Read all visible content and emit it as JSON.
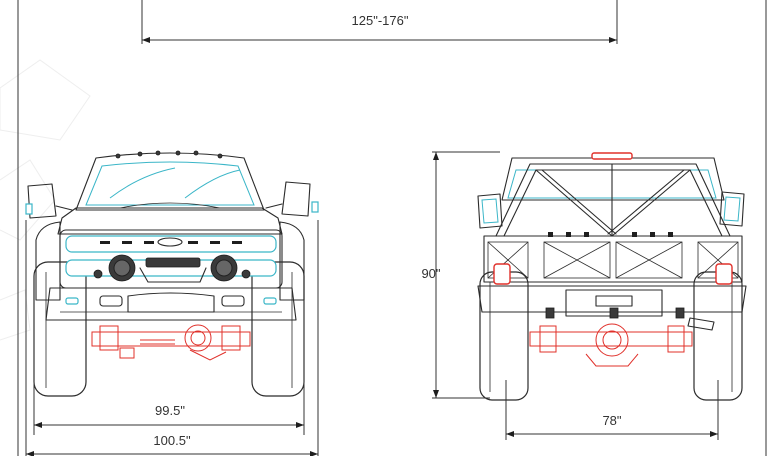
{
  "dimensions": {
    "wheelbase": "125\"-176\"",
    "height": "90\"",
    "front_track": "99.5\"",
    "overall_width": "100.5\"",
    "rear_track": "78\""
  },
  "colors": {
    "line": "#2b2b2b",
    "glass": "#3bb6c8",
    "axle": "#e0302a",
    "dimension": "#333333"
  }
}
